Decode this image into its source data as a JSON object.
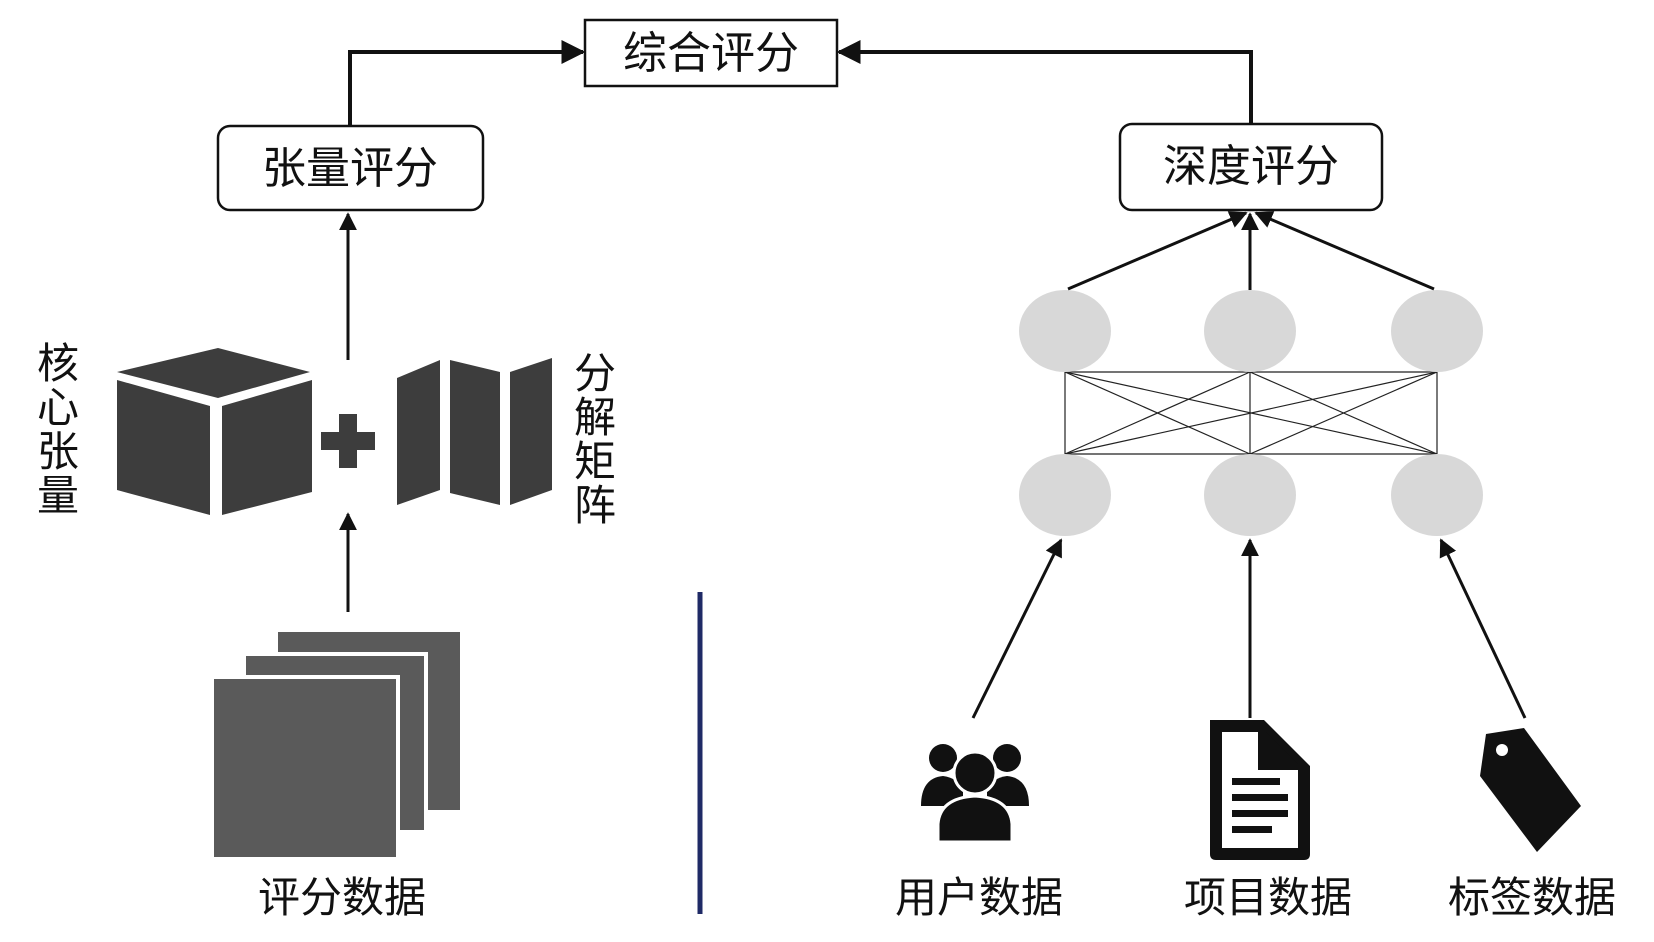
{
  "boxes": {
    "combined": "综合评分",
    "tensor": "张量评分",
    "deep": "深度评分"
  },
  "labels": {
    "core_tensor": "核心张量",
    "decomp_matrix": "分解矩阵",
    "rating_data": "评分数据",
    "user_data": "用户数据",
    "item_data": "项目数据",
    "tag_data": "标签数据"
  },
  "icons": {
    "cube": "cube-icon",
    "plus": "plus-icon",
    "matrices": "factor-matrices-icon",
    "rating_stack": "stacked-layers-icon",
    "users": "users-icon",
    "document": "document-icon",
    "tag": "tag-icon"
  },
  "colors": {
    "dark_shape": "#3d3d3d",
    "rating_layer": "#5a5a5a",
    "neuron": "#d8d8d8",
    "divider": "#1f2a66",
    "line": "#111111"
  }
}
